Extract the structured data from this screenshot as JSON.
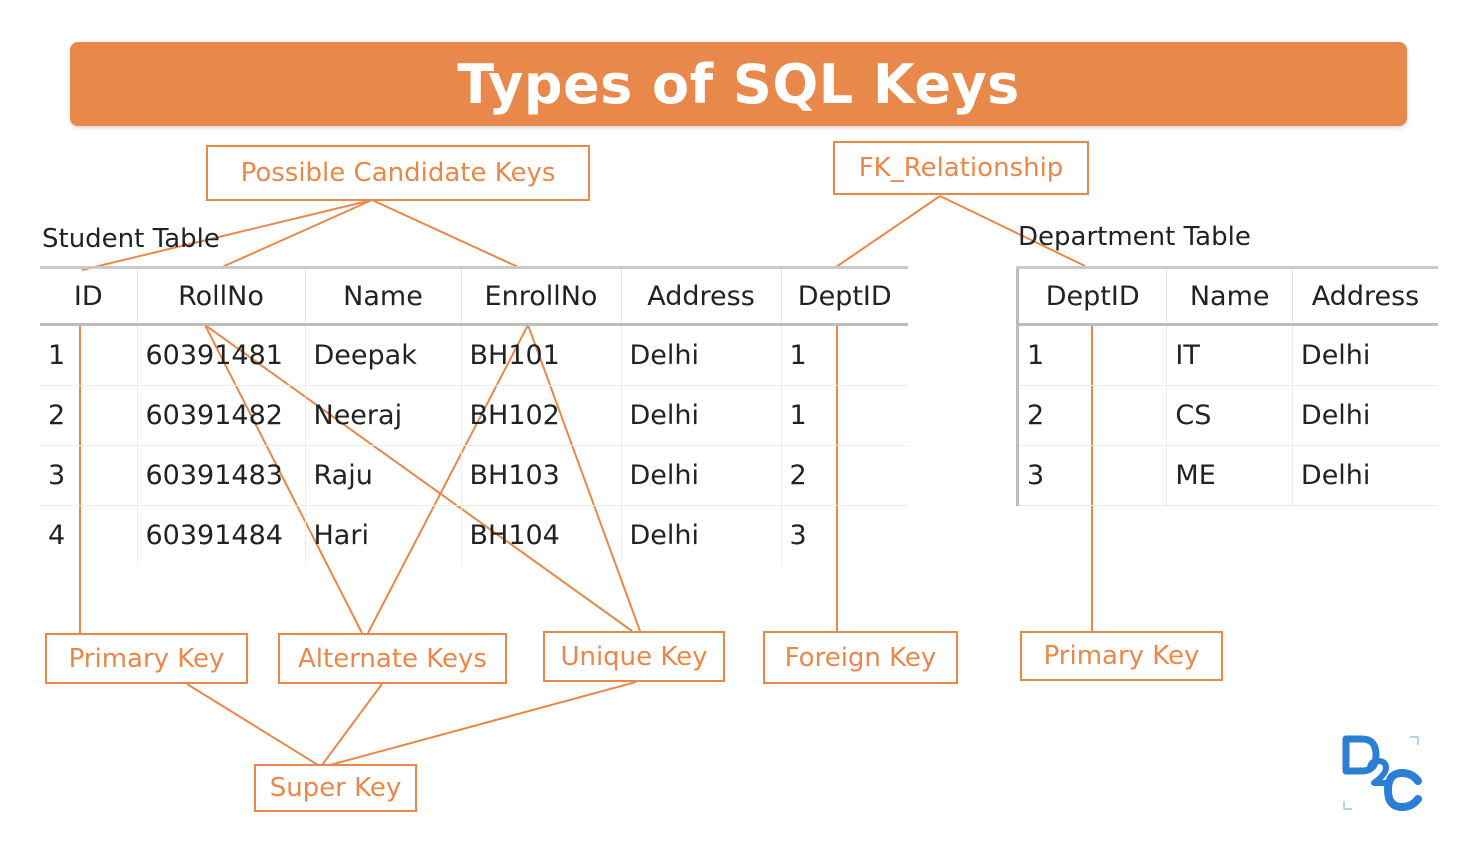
{
  "title": "Types of SQL Keys",
  "student_table": {
    "label": "Student Table",
    "columns": [
      "ID",
      "RollNo",
      "Name",
      "EnrollNo",
      "Address",
      "DeptID"
    ],
    "rows": [
      [
        "1",
        "60391481",
        "Deepak",
        "BH101",
        "Delhi",
        "1"
      ],
      [
        "2",
        "60391482",
        "Neeraj",
        "BH102",
        "Delhi",
        "1"
      ],
      [
        "3",
        "60391483",
        "Raju",
        "BH103",
        "Delhi",
        "2"
      ],
      [
        "4",
        "60391484",
        "Hari",
        "BH104",
        "Delhi",
        "3"
      ]
    ]
  },
  "department_table": {
    "label": "Department Table",
    "columns": [
      "DeptID",
      "Name",
      "Address"
    ],
    "rows": [
      [
        "1",
        "IT",
        "Delhi"
      ],
      [
        "2",
        "CS",
        "Delhi"
      ],
      [
        "3",
        "ME",
        "Delhi"
      ]
    ]
  },
  "annotations": {
    "candidate_keys": "Possible Candidate Keys",
    "fk_relationship": "FK_Relationship",
    "primary_key_student": "Primary Key",
    "alternate_keys": "Alternate Keys",
    "unique_key": "Unique Key",
    "foreign_key": "Foreign Key",
    "primary_key_department": "Primary Key",
    "super_key": "Super Key"
  },
  "logo_text": "D2C",
  "colors": {
    "accent": "#e8884a",
    "text": "#222222",
    "logo_blue": "#2a7fd4"
  }
}
